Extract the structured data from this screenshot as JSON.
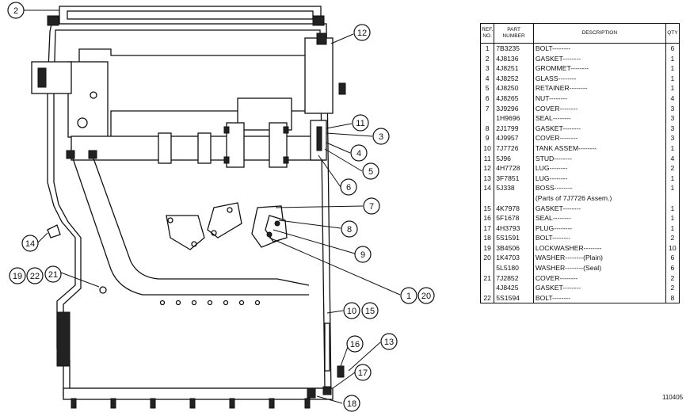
{
  "callouts": [
    "2",
    "12",
    "11",
    "3",
    "4",
    "5",
    "6",
    "7",
    "8",
    "9",
    "1",
    "20",
    "10",
    "15",
    "16",
    "13",
    "17",
    "18",
    "14",
    "19",
    "22",
    "21"
  ],
  "table": {
    "headers": {
      "ref": "REF. NO.",
      "part": "PART NUMBER",
      "desc": "DESCRIPTION",
      "qty": "QTY"
    },
    "rows": [
      {
        "ref": "1",
        "part": "7B3235",
        "desc": "BOLT--------",
        "qty": "6"
      },
      {
        "ref": "2",
        "part": "4J8136",
        "desc": "GASKET--------",
        "qty": "1"
      },
      {
        "ref": "3",
        "part": "4J8251",
        "desc": "GROMMET--------",
        "qty": "1"
      },
      {
        "ref": "4",
        "part": "4J8252",
        "desc": "GLASS--------",
        "qty": "1"
      },
      {
        "ref": "5",
        "part": "4J8250",
        "desc": "RETAINER--------",
        "qty": "1"
      },
      {
        "ref": "6",
        "part": "4J8265",
        "desc": "NUT--------",
        "qty": "4"
      },
      {
        "ref": "7",
        "part": "3J9296",
        "desc": "COVER--------",
        "qty": "3"
      },
      {
        "ref": "",
        "part": "1H9696",
        "desc": "SEAL--------",
        "qty": "3"
      },
      {
        "ref": "8",
        "part": "2J1799",
        "desc": "GASKET--------",
        "qty": "3"
      },
      {
        "ref": "9",
        "part": "4J9957",
        "desc": "COVER--------",
        "qty": "3"
      },
      {
        "ref": "10",
        "part": "7J7726",
        "desc": "TANK ASSEM--------",
        "qty": "1"
      },
      {
        "ref": "11",
        "part": "5J96",
        "desc": "STUD--------",
        "qty": "4"
      },
      {
        "ref": "12",
        "part": "4H7728",
        "desc": "LUG--------",
        "qty": "2"
      },
      {
        "ref": "13",
        "part": "3F7851",
        "desc": "LUG--------",
        "qty": "1"
      },
      {
        "ref": "14",
        "part": "5J338",
        "desc": "BOSS--------",
        "qty": "1"
      },
      {
        "ref": "",
        "part": "",
        "desc": "(Parts of 7J7726 Assem.)",
        "qty": ""
      },
      {
        "ref": "15",
        "part": "4K7978",
        "desc": "GASKET--------",
        "qty": "1"
      },
      {
        "ref": "16",
        "part": "5F1678",
        "desc": "SEAL--------",
        "qty": "1"
      },
      {
        "ref": "17",
        "part": "4H3793",
        "desc": "PLUG--------",
        "qty": "1"
      },
      {
        "ref": "18",
        "part": "5S1591",
        "desc": "BOLT--------",
        "qty": "2"
      },
      {
        "ref": "19",
        "part": "3B4506",
        "desc": "LOCKWASHER--------",
        "qty": "10"
      },
      {
        "ref": "20",
        "part": "1K4703",
        "desc": "WASHER--------(Plain)",
        "qty": "6"
      },
      {
        "ref": "",
        "part": "5L5180",
        "desc": "WASHER--------(Seal)",
        "qty": "6"
      },
      {
        "ref": "21",
        "part": "7J2852",
        "desc": "COVER--------",
        "qty": "2"
      },
      {
        "ref": "",
        "part": "4J8425",
        "desc": "GASKET--------",
        "qty": "2"
      },
      {
        "ref": "22",
        "part": "5S1594",
        "desc": "BOLT--------",
        "qty": "8"
      }
    ]
  },
  "figure_number": "110405"
}
